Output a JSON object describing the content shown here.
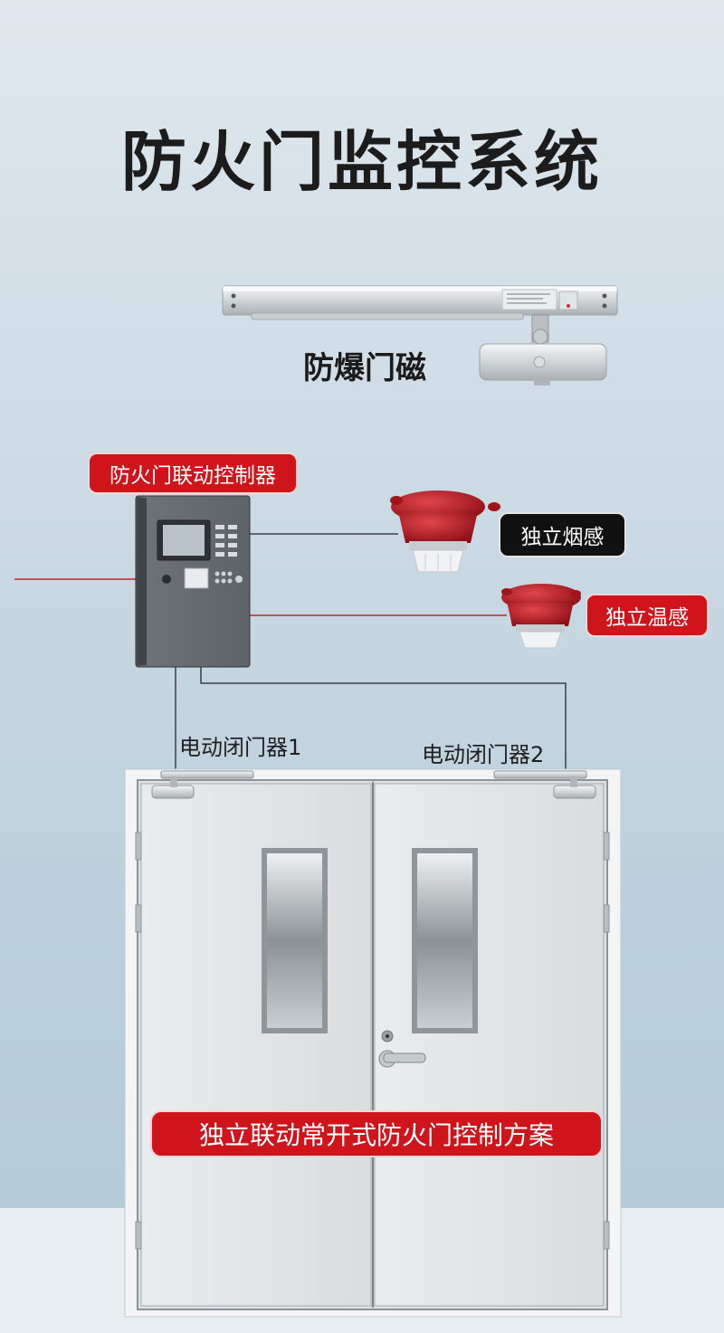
{
  "title": "防火门监控系统",
  "magnet_label": "防爆门磁",
  "controller_label": "防火门联动控制器",
  "smoke_label": "独立烟感",
  "temp_label": "独立温感",
  "closer1_label": "电动闭门器1",
  "closer2_label": "电动闭门器2",
  "scheme_label": "独立联动常开式防火门控制方案",
  "colors": {
    "tag_red": "#d0141c",
    "tag_black": "#111111",
    "wire_red": "#c0202a",
    "wire_dark": "#3a3f44"
  },
  "icons": [
    "door-magnet-bar-icon",
    "controller-cabinet-icon",
    "smoke-detector-icon",
    "heat-detector-icon",
    "door-closer-icon",
    "double-fire-door-icon",
    "door-handle-icon"
  ]
}
